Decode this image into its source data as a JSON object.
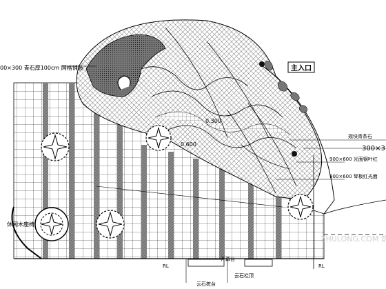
{
  "labels": {
    "top_left_note": "00×300 青石厚100cm 网格铺装",
    "main_entrance": "主入口",
    "right_note_1": "规块青条石",
    "right_note_2": "300×3",
    "right_note_3": "900×600 光面钢叶红",
    "right_note_4": "900×600 琴板红光面",
    "dim_center": "0.300",
    "dim_small": "0.600",
    "left_feature": "休闲木座椅",
    "bottom_center": "开幕台",
    "bottom_label_1": "云石桩台",
    "bottom_label_2": "云石栏顶",
    "bottom_mark_left": "RL",
    "bottom_mark_right": "RL"
  },
  "watermark": "ZHULONG.COM 筑龙网",
  "colors": {
    "line": "#000000",
    "background": "#ffffff",
    "stripe": "#8a8a8a",
    "dark_fill": "#5a5a5a",
    "watermark": "#d9d9d9"
  }
}
